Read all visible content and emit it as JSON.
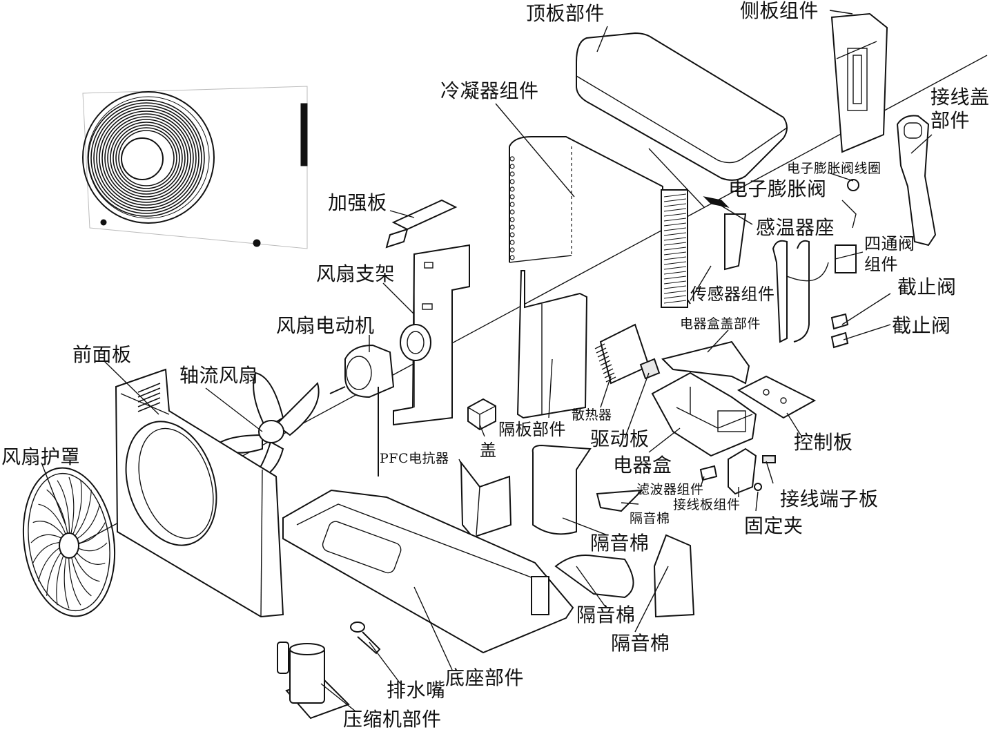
{
  "labels": {
    "top_panel": "顶板部件",
    "side_panel": "侧板组件",
    "terminal_cover": "接线盖\n部件",
    "condenser": "冷凝器组件",
    "exv_coil": "电子膨胀阀线圈",
    "exv": "电子膨胀阀",
    "sensor_seat": "感温器座",
    "four_way_valve": "四通阀\n组件",
    "stop_valve_1": "截止阀",
    "stop_valve_2": "截止阀",
    "reinforcing_plate": "加强板",
    "fan_bracket": "风扇支架",
    "fan_motor": "风扇电动机",
    "front_panel": "前面板",
    "axial_fan": "轴流风扇",
    "fan_guard": "风扇护罩",
    "sensor_assembly": "传感器组件",
    "ebox_cover": "电器盒盖部件",
    "heat_sink": "散热器",
    "partition": "隔板部件",
    "cover": "盖",
    "pfc_reactor": "PFC电抗器",
    "driver_board": "驱动板",
    "electrical_box": "电器盒",
    "control_board": "控制板",
    "filter_assembly": "滤波器组件",
    "insulation_small": "隔音棉",
    "terminal_plate_assembly": "接线板组件",
    "terminal_block": "接线端子板",
    "clamp": "固定夹",
    "insulation_1": "隔音棉",
    "insulation_2": "隔音棉",
    "insulation_3": "隔音棉",
    "base": "底座部件",
    "drain": "排水嘴",
    "compressor": "压缩机部件"
  },
  "colors": {
    "ink": "#111111",
    "background": "#ffffff"
  }
}
